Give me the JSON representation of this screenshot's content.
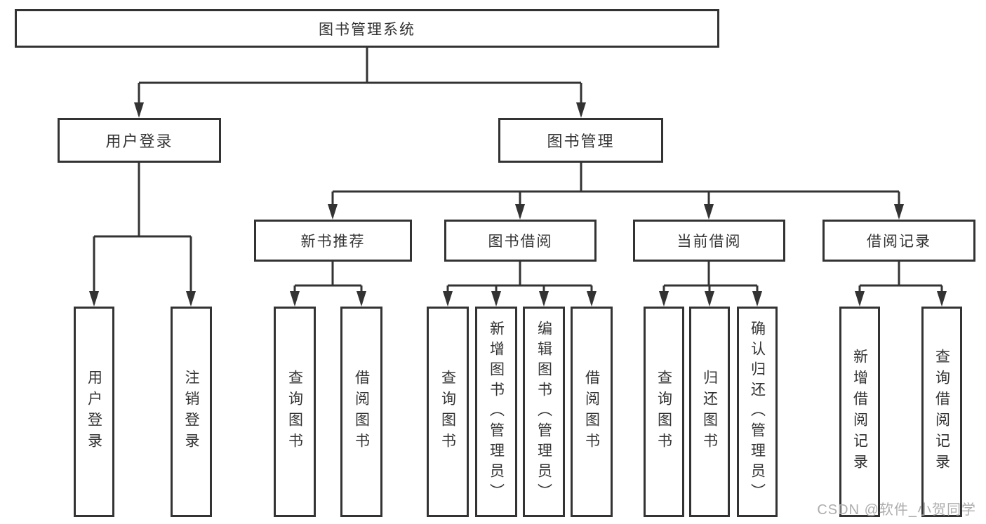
{
  "diagram_type": "hierarchy-tree",
  "colors": {
    "background": "#ffffff",
    "line": "#333333",
    "box_border": "#333333",
    "box_fill": "#ffffff",
    "text": "#333333",
    "watermark": "#adadad"
  },
  "tree": {
    "label": "图书管理系统",
    "children": [
      {
        "label": "用户登录",
        "children": [
          {
            "label": "用户登录"
          },
          {
            "label": "注销登录"
          }
        ]
      },
      {
        "label": "图书管理",
        "children": [
          {
            "label": "新书推荐",
            "children": [
              {
                "label": "查询图书"
              },
              {
                "label": "借阅图书"
              }
            ]
          },
          {
            "label": "图书借阅",
            "children": [
              {
                "label": "查询图书"
              },
              {
                "label": "新增图书（管理员）"
              },
              {
                "label": "编辑图书（管理员）"
              },
              {
                "label": "借阅图书"
              }
            ]
          },
          {
            "label": "当前借阅",
            "children": [
              {
                "label": "查询图书"
              },
              {
                "label": "归还图书"
              },
              {
                "label": "确认归还（管理员）"
              }
            ]
          },
          {
            "label": "借阅记录",
            "children": [
              {
                "label": "新增借阅记录"
              },
              {
                "label": "查询借阅记录"
              }
            ]
          }
        ]
      }
    ]
  },
  "watermark": {
    "text": "CSDN @软件_小贺同学",
    "color": "#adadad"
  }
}
